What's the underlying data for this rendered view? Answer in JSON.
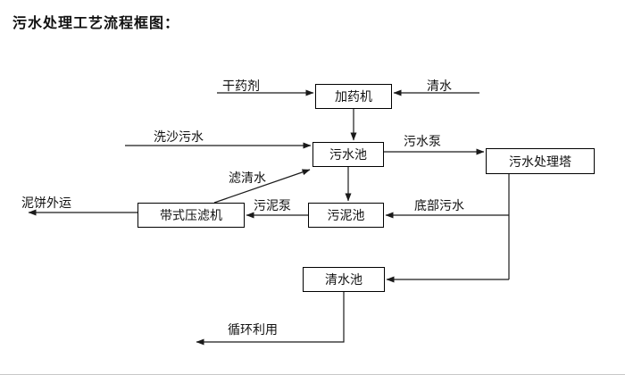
{
  "title": "污水处理工艺流程框图：",
  "nodes": {
    "dosing_machine": {
      "label": "加药机"
    },
    "sewage_pool": {
      "label": "污水池"
    },
    "treatment_tower": {
      "label": "污水处理塔"
    },
    "sludge_pool": {
      "label": "污泥池"
    },
    "belt_filter_press": {
      "label": "带式压滤机"
    },
    "clean_water_pool": {
      "label": "清水池"
    }
  },
  "edge_labels": {
    "dry_chemical": "干药剂",
    "clean_water": "清水",
    "sand_sewage": "洗沙污水",
    "sewage_pump": "污水泵",
    "filtered_water": "滤清水",
    "sludge_pump": "污泥泵",
    "bottom_sewage": "底部污水",
    "mud_cake_out": "泥饼外运",
    "recycling": "循环利用"
  },
  "colors": {
    "line": "#1a1a1a",
    "box_border": "#000000",
    "text": "#111111",
    "background": "#ffffff"
  }
}
